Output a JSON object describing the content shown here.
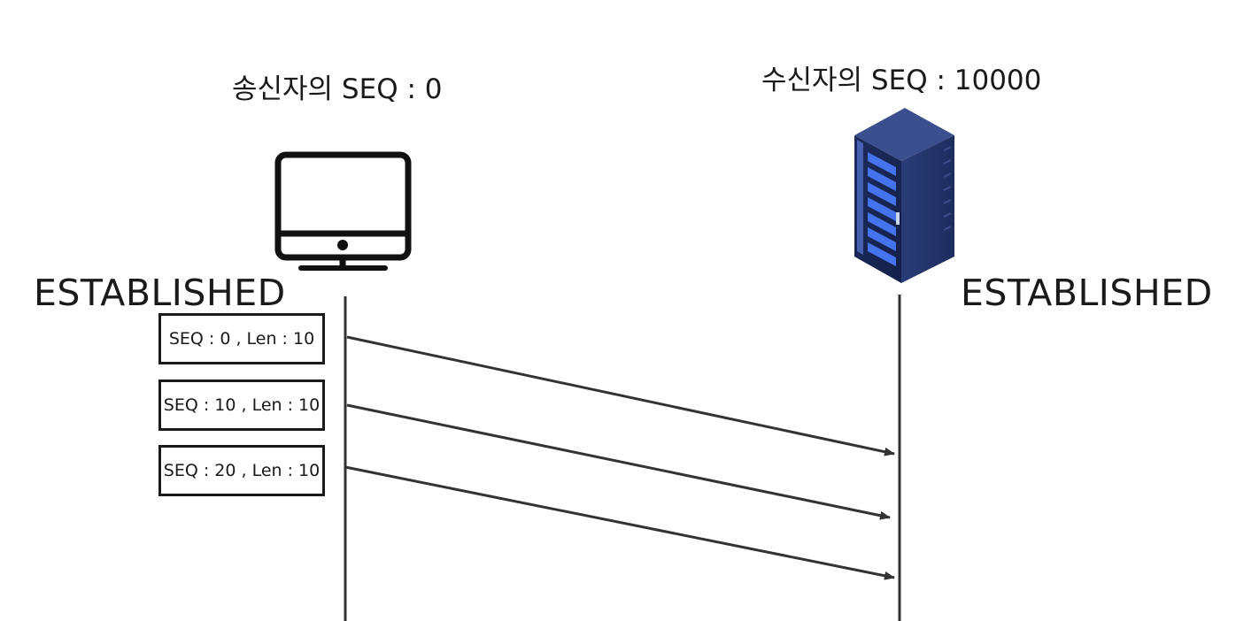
{
  "sender": {
    "title": "송신자의 SEQ : 0",
    "state": "ESTABLISHED",
    "icon": "computer-monitor-icon"
  },
  "receiver": {
    "title": "수신자의 SEQ : 10000",
    "state": "ESTABLISHED",
    "icon": "server-rack-icon"
  },
  "segments": [
    {
      "label": "SEQ : 0 , Len : 10"
    },
    {
      "label": "SEQ : 10 , Len : 10"
    },
    {
      "label": "SEQ : 20 , Len : 10"
    }
  ],
  "colors": {
    "line": "#333333",
    "server_body": "#2b3f7a",
    "server_glow": "#4a7cff"
  }
}
